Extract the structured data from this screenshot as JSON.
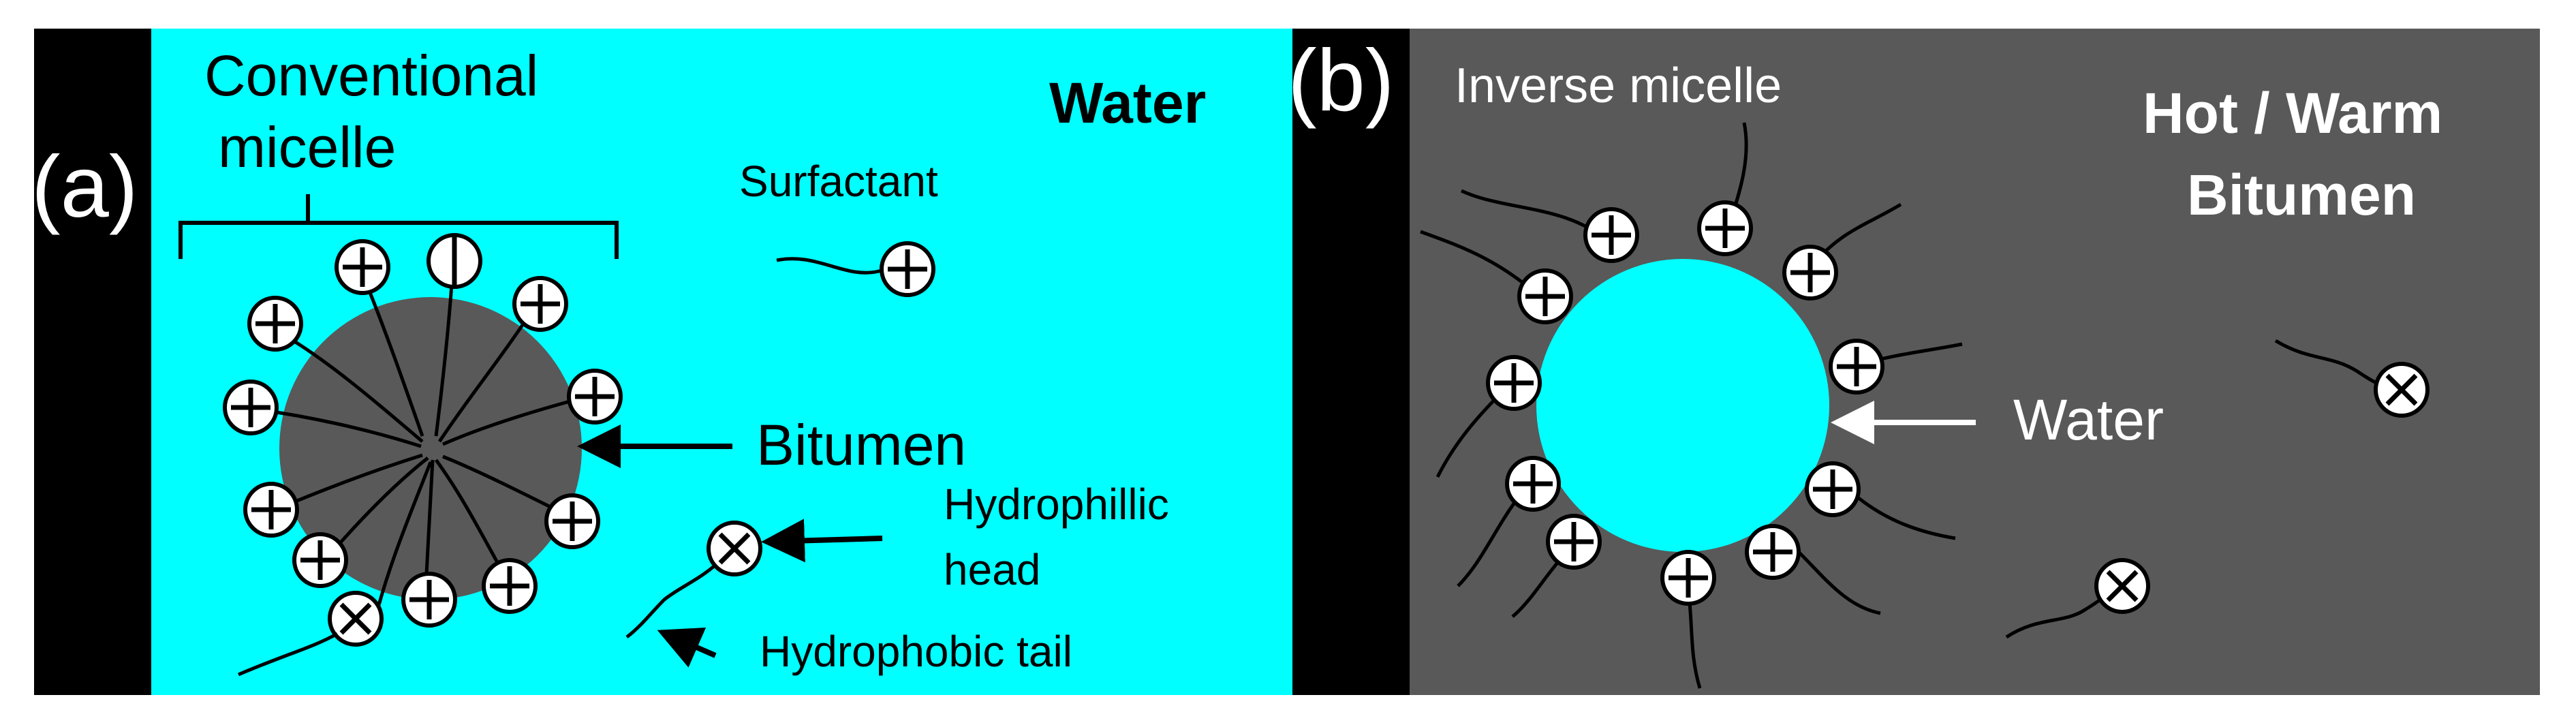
{
  "panel_a": {
    "panel_label": "(a)",
    "medium_label": "Water",
    "micelle_label_line1": "Conventional",
    "micelle_label_line2": "micelle",
    "surfactant_label": "Surfactant",
    "core_label": "Bitumen",
    "head_label_line1": "Hydrophillic",
    "head_label_line2": "head",
    "tail_label": "Hydrophobic tail"
  },
  "panel_b": {
    "panel_label": "(b)",
    "micelle_label": "Inverse micelle",
    "medium_label_line1": "Hot / Warm",
    "medium_label_line2": "Bitumen",
    "core_label": "Water"
  },
  "colors": {
    "water": "#00ffff",
    "bitumen": "#595959",
    "frame": "#000000",
    "head_fill": "#ffffff",
    "label_dark": "#000000",
    "label_light": "#ffffff"
  }
}
